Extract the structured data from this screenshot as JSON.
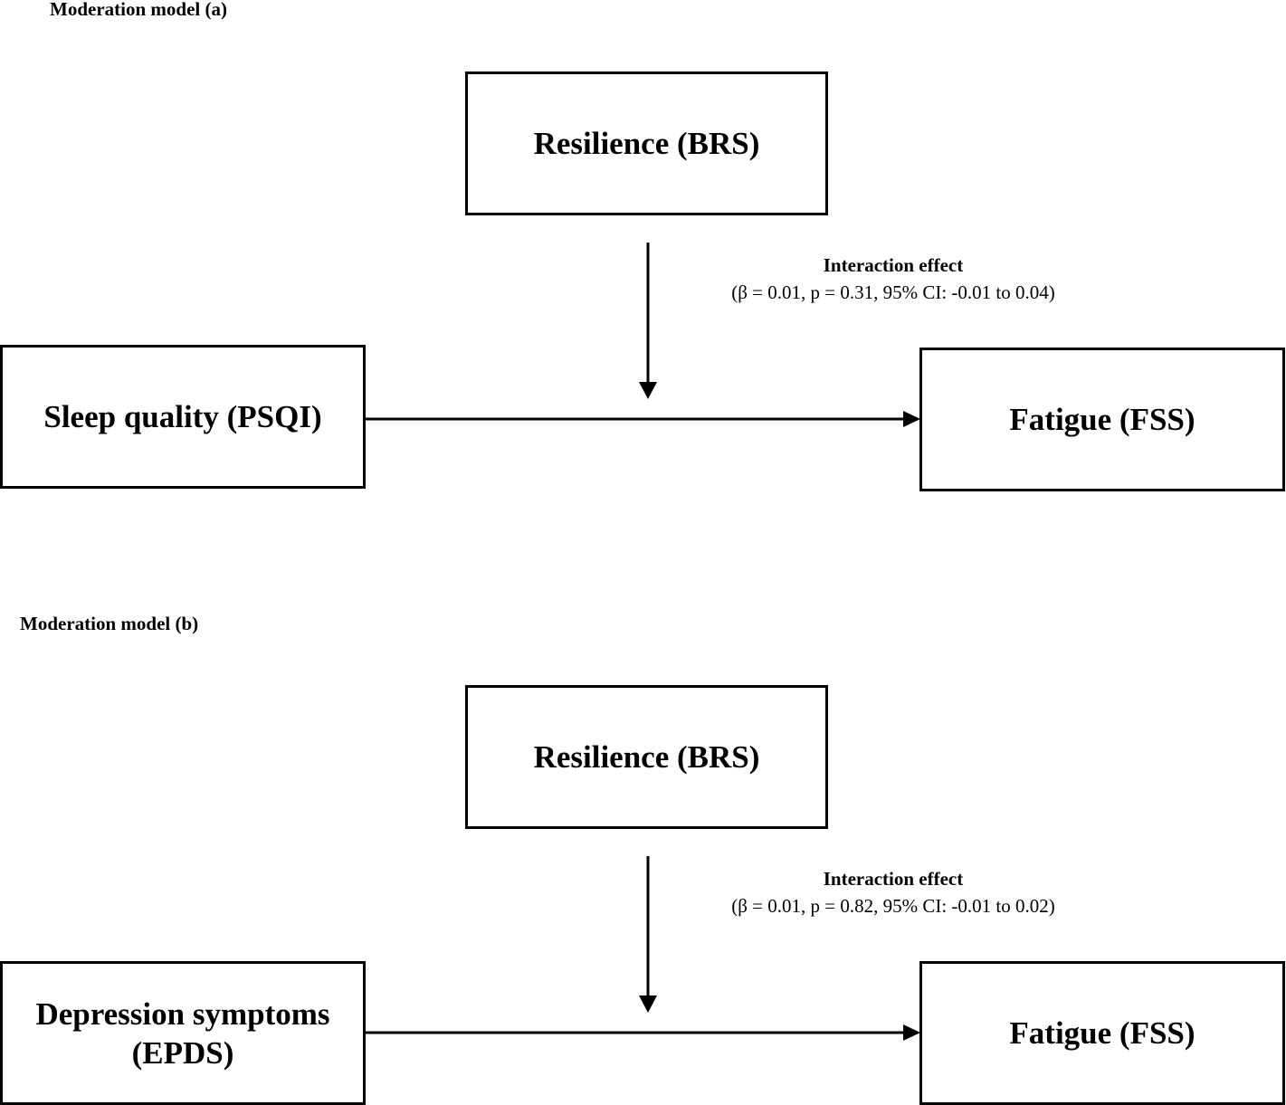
{
  "models": [
    {
      "title": "Moderation model (a)",
      "moderator": "Resilience (BRS)",
      "predictor": [
        "Sleep quality (PSQI)"
      ],
      "outcome": "Fatigue (FSS)",
      "effect_title": "Interaction effect",
      "effect_stats": "(β = 0.01, p = 0.31, 95% CI: -0.01 to 0.04)"
    },
    {
      "title": "Moderation model (b)",
      "moderator": "Resilience (BRS)",
      "predictor": [
        "Depression symptoms",
        "(EPDS)"
      ],
      "outcome": "Fatigue (FSS)",
      "effect_title": "Interaction effect",
      "effect_stats": "(β = 0.01, p = 0.82, 95% CI: -0.01 to 0.02)"
    }
  ]
}
